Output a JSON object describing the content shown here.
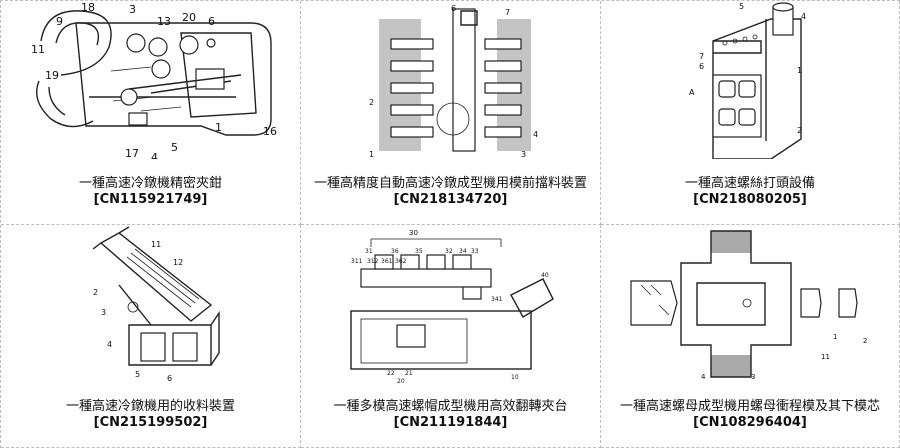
{
  "patents": [
    {
      "title": "一種高速冷鐓機精密夾鉗",
      "number": "[CN115921749]",
      "labels": [
        "9",
        "18",
        "3",
        "13",
        "20",
        "6",
        "11",
        "19",
        "17",
        "4",
        "5",
        "1",
        "16"
      ]
    },
    {
      "title": "一種高精度自動高速冷鐓成型機用模前擋料裝置",
      "number": "[CN218134720]",
      "labels": [
        "6",
        "7",
        "2",
        "4",
        "1",
        "3"
      ]
    },
    {
      "title": "一種高速螺絲打頭設備",
      "number": "[CN218080205]",
      "labels": [
        "5",
        "4",
        "7",
        "6",
        "A",
        "1",
        "2"
      ]
    },
    {
      "title": "一種高速冷鐓機用的收料裝置",
      "number": "[CN215199502]",
      "labels": [
        "11",
        "12",
        "2",
        "3",
        "4",
        "5",
        "6"
      ]
    },
    {
      "title": "一種多模高速螺帽成型機用高效翻轉夾台",
      "number": "[CN211191844]",
      "labels": [
        "30",
        "31",
        "36",
        "35",
        "32",
        "34",
        "33",
        "311",
        "312",
        "361",
        "362",
        "341",
        "40",
        "22",
        "21",
        "20",
        "10"
      ]
    },
    {
      "title": "一種高速螺母成型機用螺母衝程模及其下模芯",
      "number": "[CN108296404]",
      "labels": [
        "4",
        "3",
        "11",
        "1",
        "2"
      ]
    }
  ]
}
